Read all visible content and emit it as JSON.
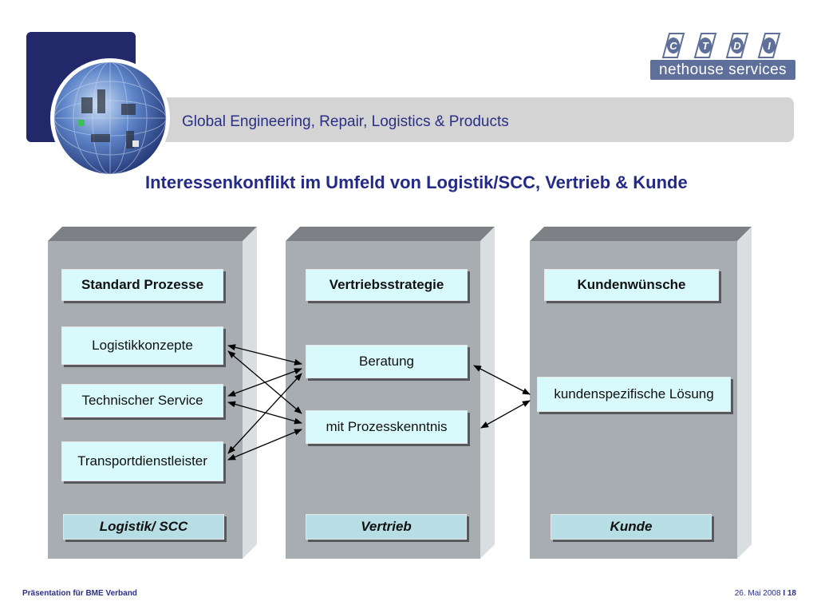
{
  "header": {
    "title": "Global Engineering, Repair, Logistics & Products",
    "logo_letters": [
      "C",
      "T",
      "D",
      "I"
    ],
    "logo_text": "nethouse services"
  },
  "slide_title": "Interessenkonflikt im Umfeld von Logistik/SCC, Vertrieb & Kunde",
  "columns": {
    "logistik": {
      "header": "Standard Prozesse",
      "items": [
        "Logistikkonzepte",
        "Technischer Service",
        "Transportdienstleister"
      ],
      "footer": "Logistik/ SCC"
    },
    "vertrieb": {
      "header": "Vertriebsstrategie",
      "items": [
        "Beratung",
        "mit Prozesskenntnis"
      ],
      "footer": "Vertrieb"
    },
    "kunde": {
      "header": "Kundenwünsche",
      "items": [
        "kundenspezifische Lösung"
      ],
      "footer": "Kunde"
    }
  },
  "footer": {
    "left": "Präsentation für BME Verband",
    "date": "26. Mai 2008",
    "separator": "I",
    "page": "18"
  },
  "colors": {
    "navy": "#23286a",
    "title": "#232b87",
    "box_fill": "#d8fafc",
    "footer_box_fill": "#b6dee4",
    "column_gray": "#a7adb1"
  }
}
